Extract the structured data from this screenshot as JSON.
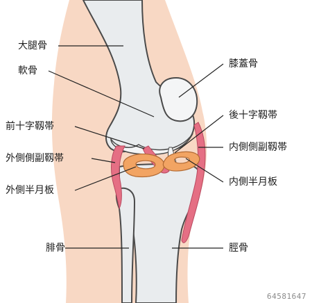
{
  "labels": {
    "femur": "大腿骨",
    "cartilage": "軟骨",
    "acl": "前十字靱帯",
    "lcl": "外側側副靱帯",
    "lateral_meniscus": "外側半月板",
    "fibula": "腓骨",
    "patella": "膝蓋骨",
    "pcl": "後十字靱帯",
    "mcl": "内側側副靱帯",
    "medial_meniscus": "内側半月板",
    "tibia": "脛骨"
  },
  "watermark": "64581647",
  "colors": {
    "skin": "#f8d8c4",
    "bone": "#e9ecee",
    "bone_outline": "#4a4a4a",
    "ligament": "#e56f84",
    "meniscus": "#f2a463",
    "line": "#222222"
  }
}
